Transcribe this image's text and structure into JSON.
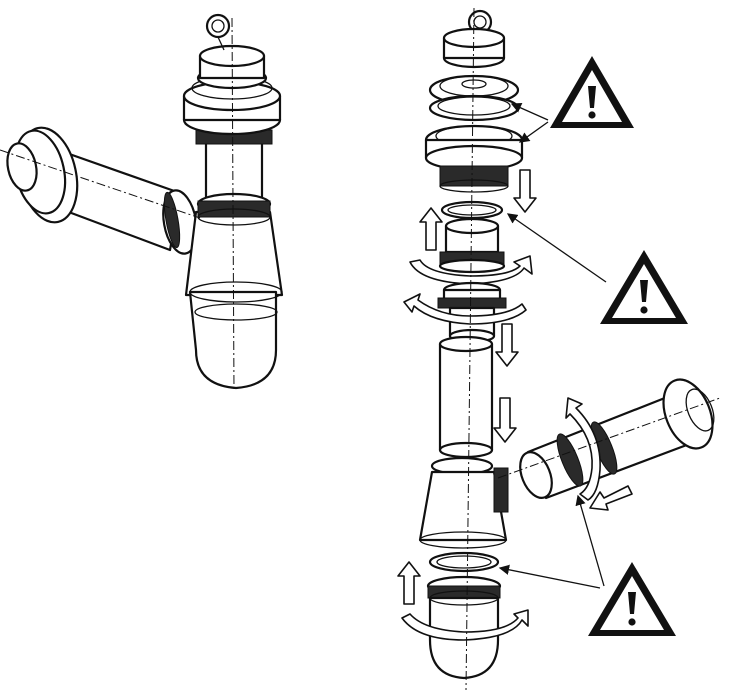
{
  "figure": {
    "type": "installation diagram",
    "panels": [
      "assembled-siphon",
      "exploded-siphon"
    ],
    "warning_symbol_icon": "warning-triangle-icon",
    "warning_symbol_count": 3,
    "colors": {
      "line": "#111111",
      "background": "#ffffff",
      "ring": "#2a2a2a"
    }
  }
}
